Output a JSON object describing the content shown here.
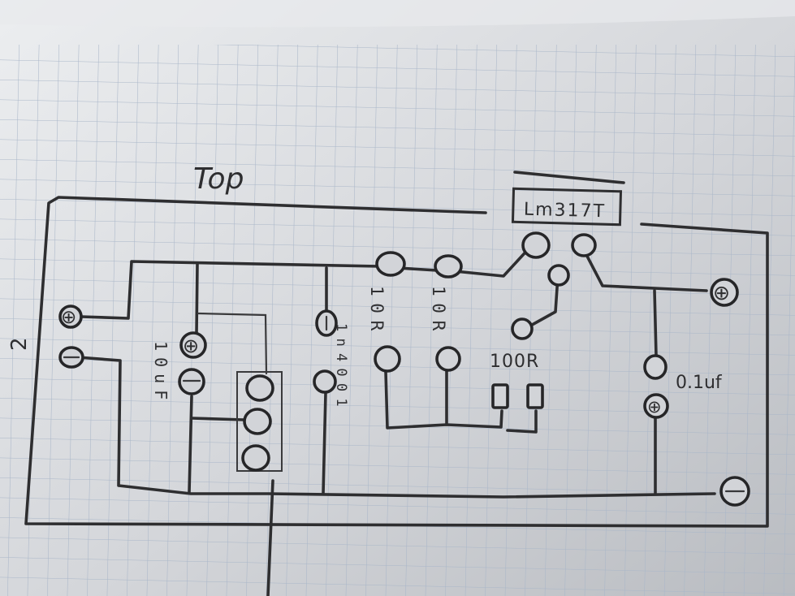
{
  "labels": {
    "board_side": "Top",
    "regulator": "Lm317T",
    "input_number": "2",
    "cap_left": "1 0 u F",
    "diode": "1 n 4 0 0 1",
    "resistor_a": "1 0 R",
    "resistor_b": "1 0 R",
    "resistor_100": "100R",
    "cap_right": "0.1uf",
    "plus_symbol": "⊕",
    "minus_symbol": "⊖"
  },
  "colors": {
    "ink": "#2e2e30",
    "paper": "#d9dadd",
    "grid": "#a9b6c8"
  },
  "icons": [
    "plus-terminal-icon",
    "minus-terminal-icon",
    "solder-pad-icon"
  ]
}
